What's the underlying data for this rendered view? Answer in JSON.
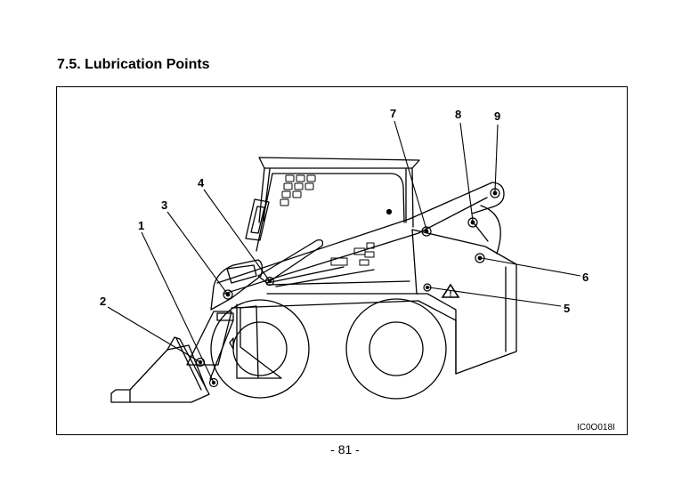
{
  "page": {
    "heading": "7.5. Lubrication Points",
    "figure_code": "IC0O018I",
    "page_number": "- 81 -"
  },
  "callouts": [
    "1",
    "2",
    "3",
    "4",
    "5",
    "6",
    "7",
    "8",
    "9"
  ],
  "colors": {
    "ink": "#000000",
    "paper": "#ffffff"
  }
}
